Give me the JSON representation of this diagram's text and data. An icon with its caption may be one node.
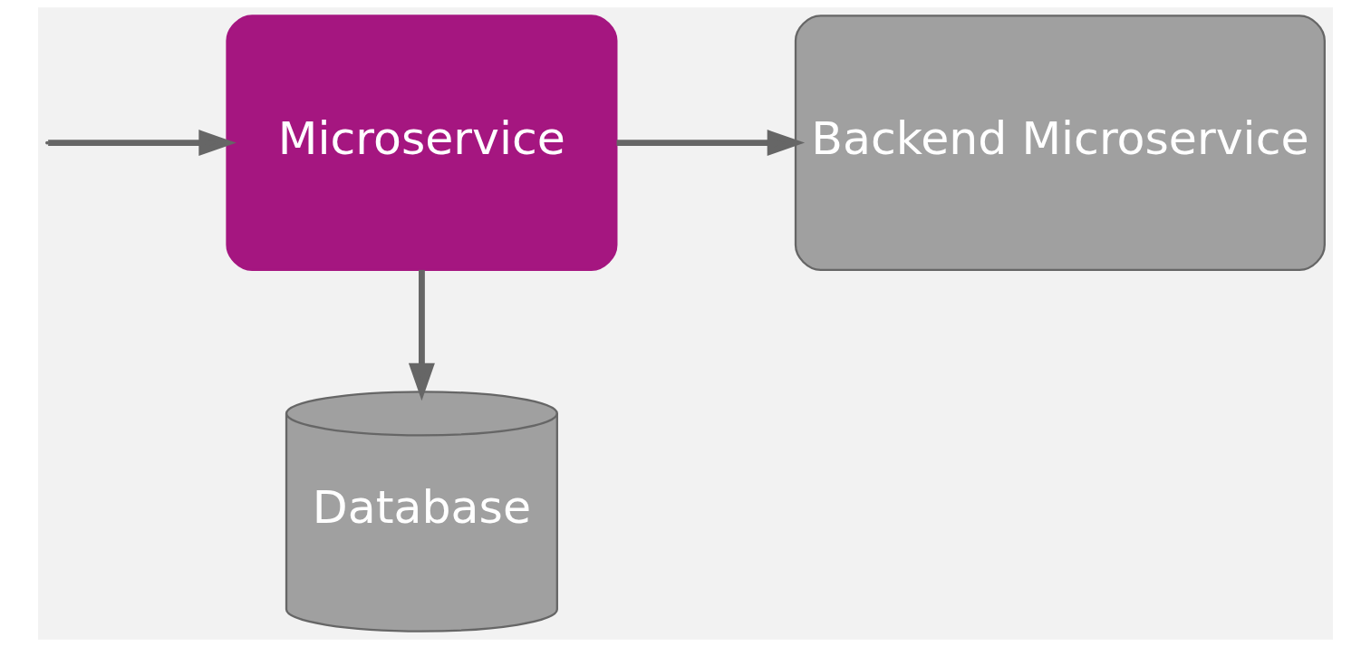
{
  "diagram": {
    "nodes": [
      {
        "text": [
          "Microservice"
        ]
      },
      {
        "text": [
          "Backend Microservice"
        ]
      },
      {
        "text": [
          "Database"
        ]
      }
    ],
    "edges": [
      {
        "from": null,
        "to": 0,
        "arrow": "to"
      },
      {
        "from": 0,
        "to": 1,
        "arrow": "to"
      },
      {
        "from": 0,
        "to": 2,
        "arrow": "to"
      }
    ]
  }
}
